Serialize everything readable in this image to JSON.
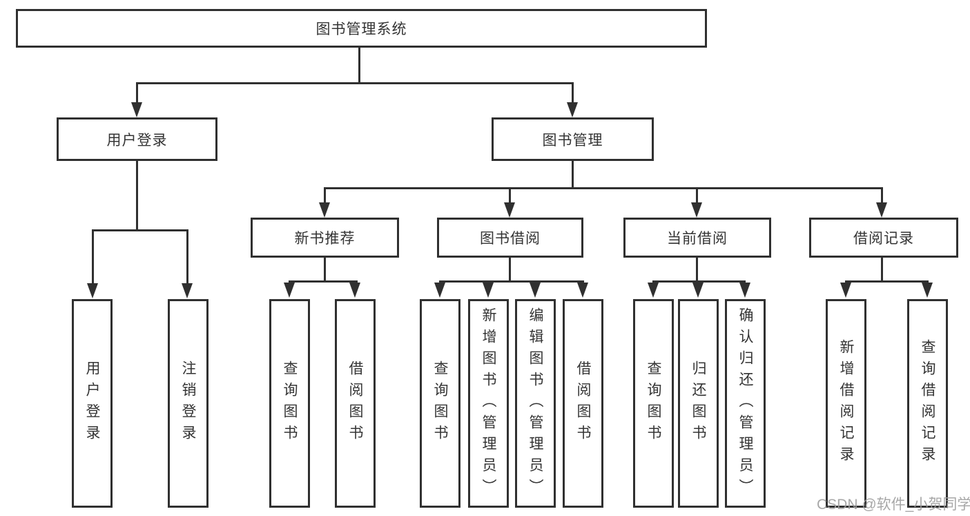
{
  "tree": {
    "root": {
      "label": "图书管理系统"
    },
    "branches": [
      {
        "label": "用户登录",
        "children": [
          {
            "label": "用户登录"
          },
          {
            "label": "注销登录"
          }
        ]
      },
      {
        "label": "图书管理",
        "sections": [
          {
            "label": "新书推荐",
            "children": [
              {
                "label": "查询图书"
              },
              {
                "label": "借阅图书"
              }
            ]
          },
          {
            "label": "图书借阅",
            "children": [
              {
                "label": "查询图书"
              },
              {
                "label": "新增图书（管理员）"
              },
              {
                "label": "编辑图书（管理员）"
              },
              {
                "label": "借阅图书"
              }
            ]
          },
          {
            "label": "当前借阅",
            "children": [
              {
                "label": "查询图书"
              },
              {
                "label": "归还图书"
              },
              {
                "label": "确认归还（管理员）"
              }
            ]
          },
          {
            "label": "借阅记录",
            "children": [
              {
                "label": "新增借阅记录"
              },
              {
                "label": "查询借阅记录"
              }
            ]
          }
        ]
      }
    ]
  },
  "watermark": {
    "text": "CSDN @软件_小贺同学"
  },
  "colors": {
    "line": "#303030",
    "text": "#343434",
    "background": "#ffffff",
    "watermark": "#9e9e9e"
  }
}
